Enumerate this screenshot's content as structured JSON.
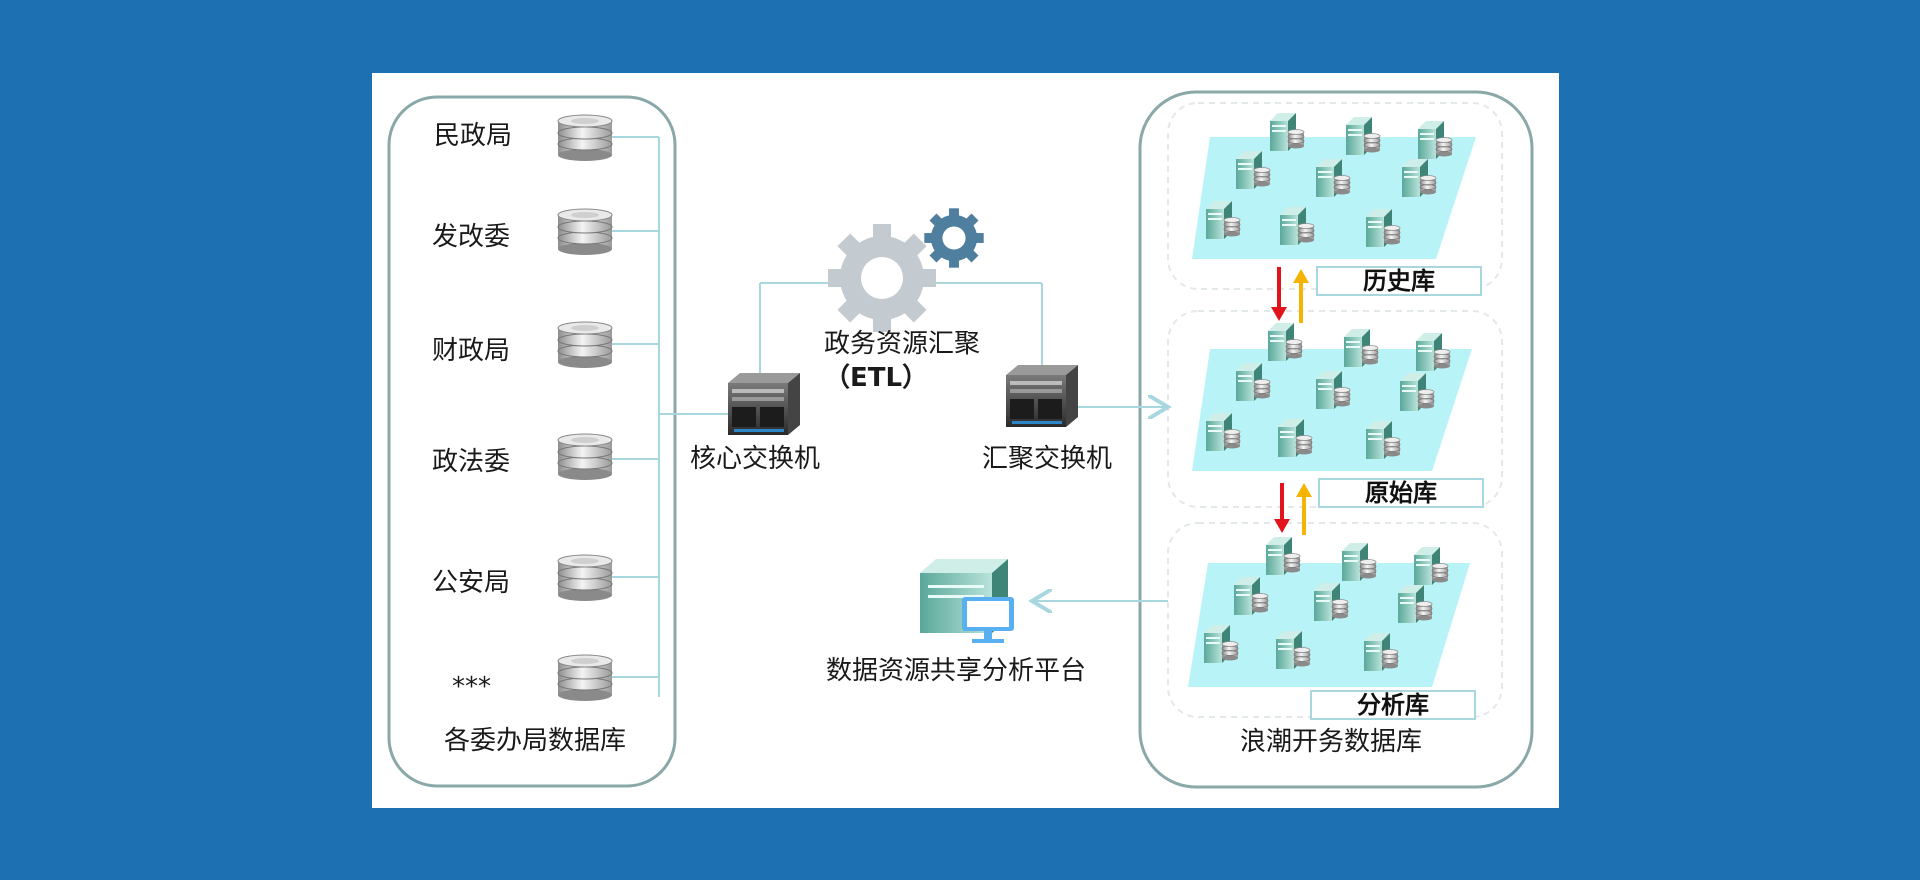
{
  "left_group": {
    "title": "各委办局数据库",
    "agencies": [
      "民政局",
      "发改委",
      "财政局",
      "政法委",
      "公安局",
      "***"
    ]
  },
  "center": {
    "etl_label": "政务资源汇聚",
    "etl_sub": "（ETL）",
    "core_switch": "核心交换机",
    "agg_switch": "汇聚交换机",
    "platform": "数据资源共享分析平台"
  },
  "right_group": {
    "title": "浪潮开务数据库",
    "tiers": [
      "历史库",
      "原始库",
      "分析库"
    ]
  },
  "colors": {
    "background": "#1d70b1",
    "connector": "#a9d7df",
    "group_border": "#8aa8a8",
    "arrow_down": "#e3131b",
    "arrow_up": "#f5b400",
    "platform_teal": "#a9d7df",
    "gear": "#bfc6cb",
    "small_gear": "#4e7f9f"
  },
  "icons": [
    "database-stack-icon",
    "gear-icon",
    "switch-server-icon",
    "server-cluster-icon",
    "monitor-icon"
  ]
}
